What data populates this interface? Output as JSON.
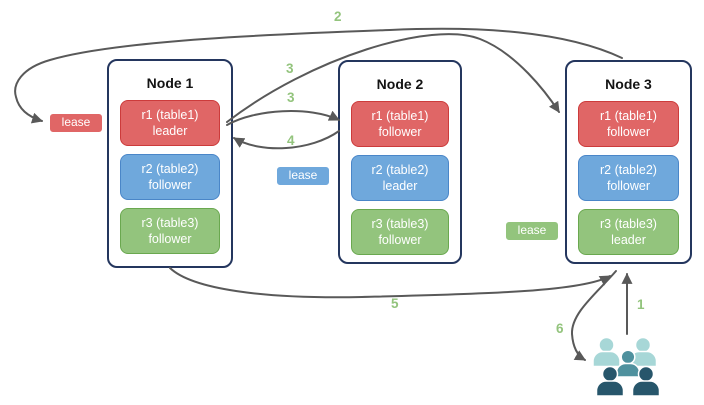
{
  "nodes": [
    {
      "title": "Node 1",
      "replicas": [
        {
          "name": "r1 (table1)",
          "role": "leader",
          "color": "red"
        },
        {
          "name": "r2 (table2)",
          "role": "follower",
          "color": "blue"
        },
        {
          "name": "r3 (table3)",
          "role": "follower",
          "color": "green"
        }
      ]
    },
    {
      "title": "Node 2",
      "replicas": [
        {
          "name": "r1 (table1)",
          "role": "follower",
          "color": "red"
        },
        {
          "name": "r2 (table2)",
          "role": "leader",
          "color": "blue"
        },
        {
          "name": "r3 (table3)",
          "role": "follower",
          "color": "green"
        }
      ]
    },
    {
      "title": "Node 3",
      "replicas": [
        {
          "name": "r1 (table1)",
          "role": "follower",
          "color": "red"
        },
        {
          "name": "r2 (table2)",
          "role": "follower",
          "color": "blue"
        },
        {
          "name": "r3 (table3)",
          "role": "leader",
          "color": "green"
        }
      ]
    }
  ],
  "leases": [
    {
      "label": "lease",
      "color": "red"
    },
    {
      "label": "lease",
      "color": "blue"
    },
    {
      "label": "lease",
      "color": "green"
    }
  ],
  "arrow_labels": {
    "step1": "1",
    "step2": "2",
    "step3a": "3",
    "step3b": "3",
    "step4": "4",
    "step5": "5",
    "step6": "6"
  },
  "icons": {
    "users_group": "users-group-icon"
  },
  "colors": {
    "red_fill": "#e06666",
    "red_border": "#cc3b3b",
    "blue_fill": "#6fa8dc",
    "blue_border": "#4a86c8",
    "green_fill": "#93c47d",
    "green_border": "#6aa84f",
    "node_border": "#24365e",
    "arrow": "#595959",
    "label_green": "#93c47d",
    "people_light": "#a7d7d7",
    "people_mid": "#4f919e",
    "people_dark": "#27566b"
  }
}
